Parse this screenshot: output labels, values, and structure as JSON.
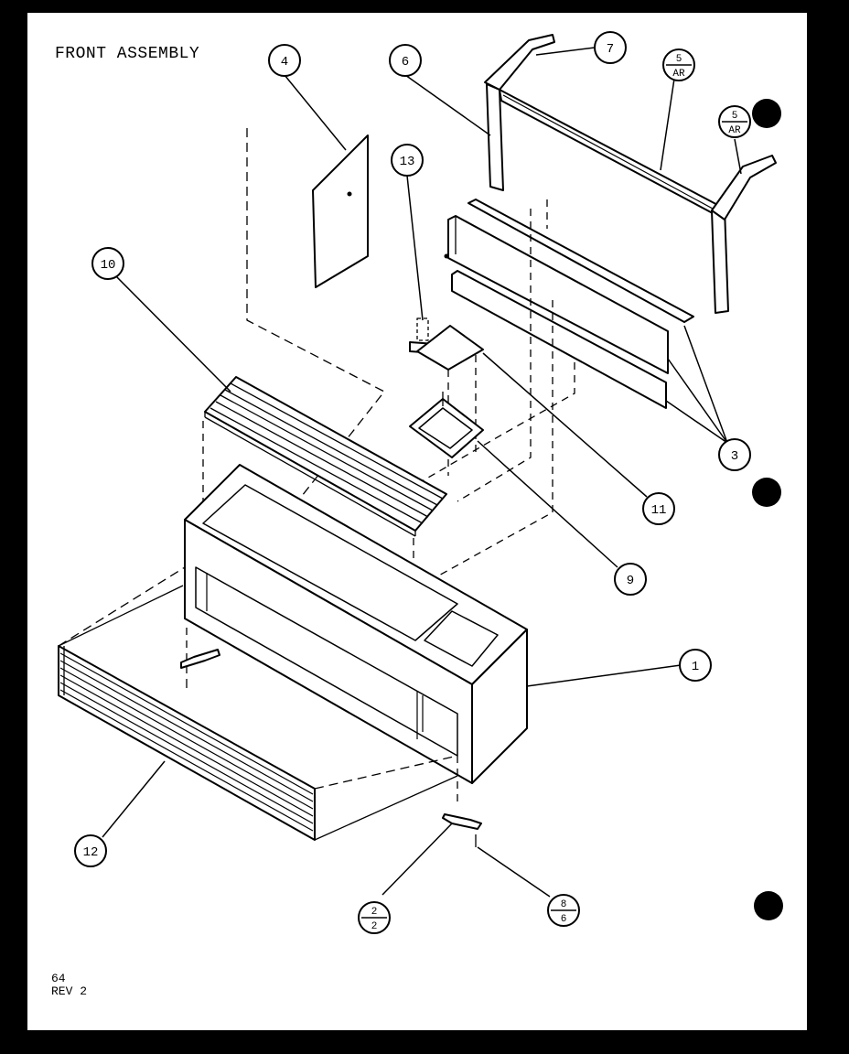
{
  "title": "FRONT ASSEMBLY",
  "footer": {
    "page": "64",
    "rev": "REV 2"
  },
  "callouts": [
    {
      "id": "c1",
      "label": "1"
    },
    {
      "id": "c3",
      "label": "3"
    },
    {
      "id": "c4",
      "label": "4"
    },
    {
      "id": "c6",
      "label": "6"
    },
    {
      "id": "c7",
      "label": "7"
    },
    {
      "id": "c9",
      "label": "9"
    },
    {
      "id": "c10",
      "label": "10"
    },
    {
      "id": "c11",
      "label": "11"
    },
    {
      "id": "c12",
      "label": "12"
    },
    {
      "id": "c13",
      "label": "13"
    }
  ],
  "fraction_callouts": [
    {
      "id": "f5a",
      "top": "5",
      "bottom": "AR"
    },
    {
      "id": "f5b",
      "top": "5",
      "bottom": "AR"
    },
    {
      "id": "f2",
      "top": "2",
      "bottom": "2"
    },
    {
      "id": "f8",
      "top": "8",
      "bottom": "6"
    }
  ],
  "colors": {
    "paper": "#ffffff",
    "ink": "#000000",
    "border": "#000000"
  }
}
